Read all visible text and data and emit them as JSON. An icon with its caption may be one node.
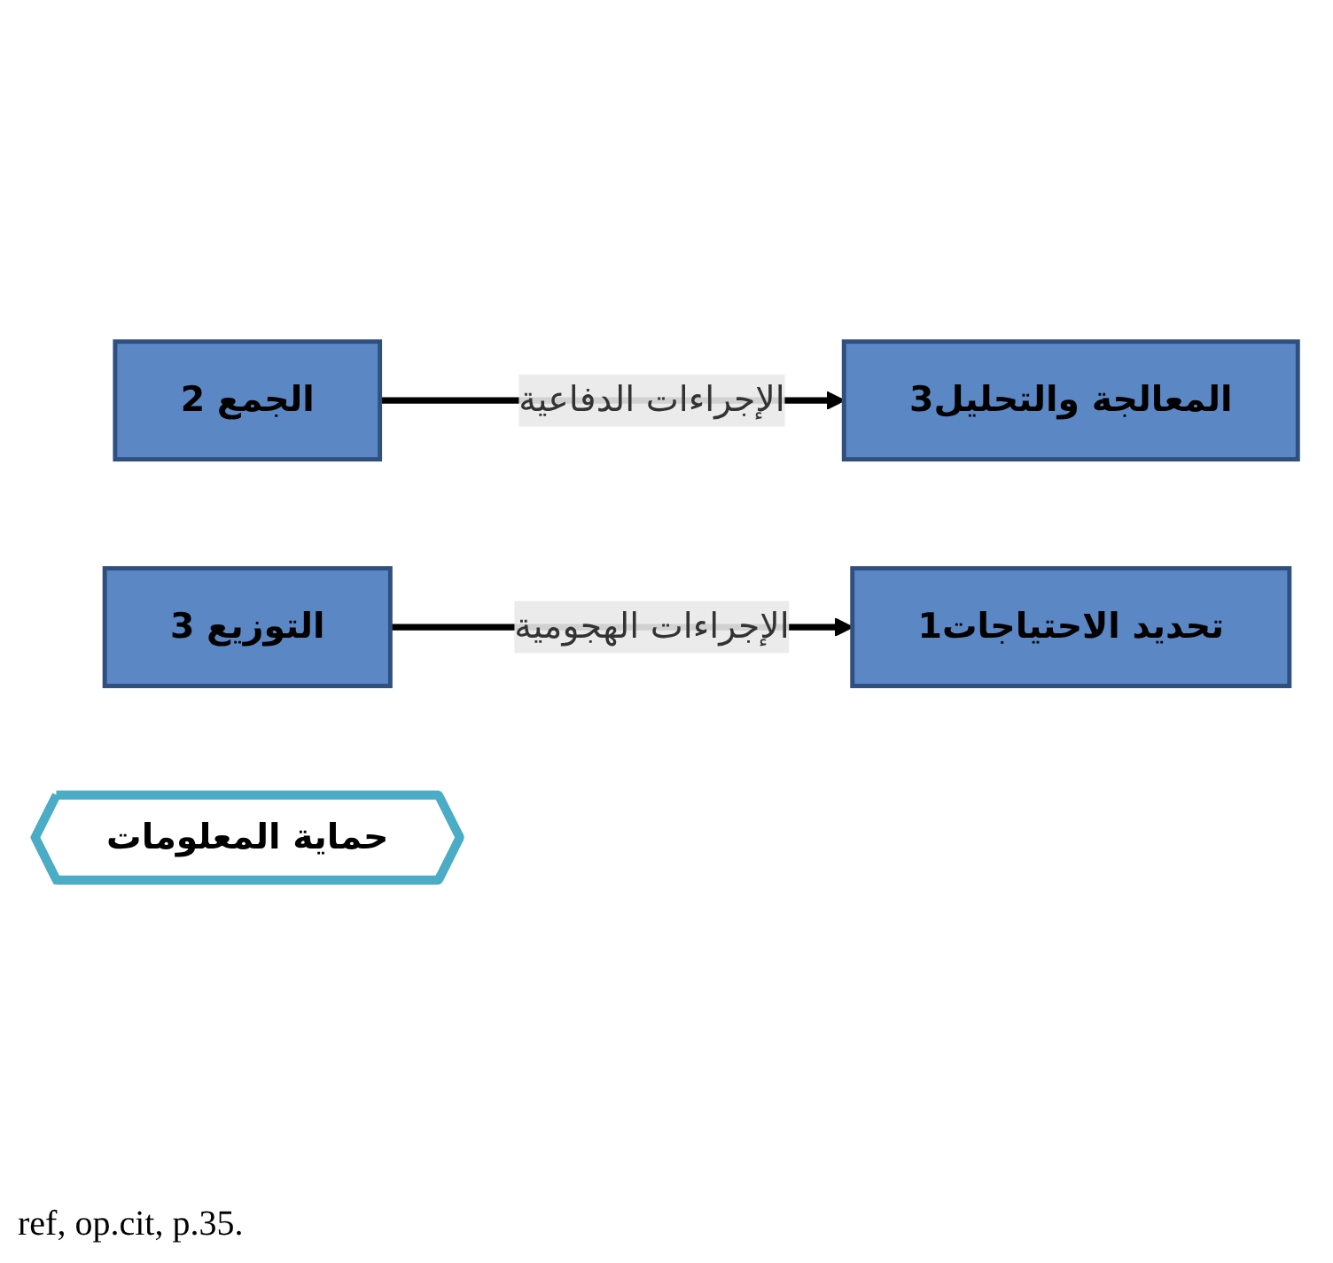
{
  "diagram": {
    "nodes": [
      {
        "text": [
          "تحديد الاحتياجات1"
        ]
      },
      {
        "text": [
          "الجمع 2"
        ]
      },
      {
        "text": [
          "المعالجة والتحليل3"
        ]
      },
      {
        "text": [
          "التوزيع 3"
        ]
      },
      {
        "text": [
          "حماية المعلومات"
        ]
      }
    ],
    "edges": [
      {
        "from": 3,
        "to": 0,
        "arrow": "to",
        "label": "الإجراءات الهجومية"
      },
      {
        "from": 1,
        "to": 2,
        "arrow": "to",
        "label": "الإجراءات الدفاعية"
      }
    ],
    "labels": [
      "ref, op.cit, p.35."
    ]
  }
}
